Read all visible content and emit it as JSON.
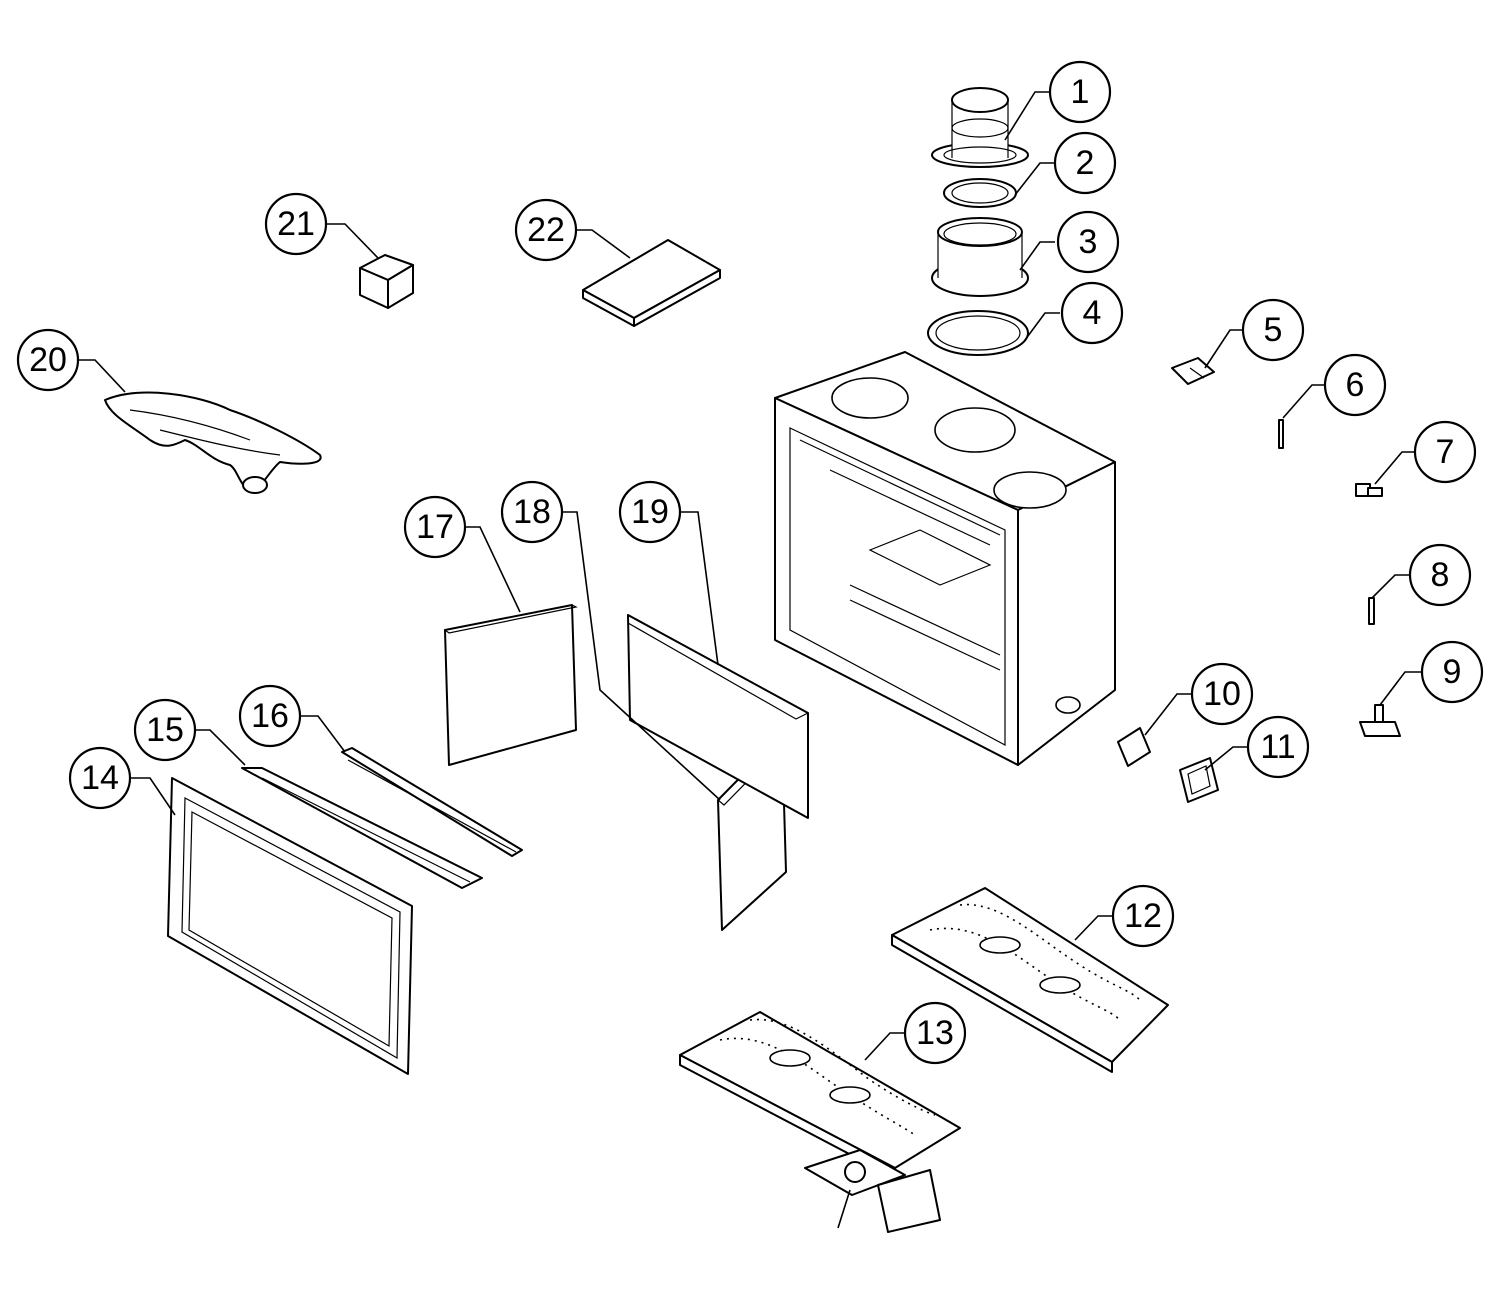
{
  "diagram": {
    "callouts": [
      {
        "number": "1"
      },
      {
        "number": "2"
      },
      {
        "number": "3"
      },
      {
        "number": "4"
      },
      {
        "number": "5"
      },
      {
        "number": "6"
      },
      {
        "number": "7"
      },
      {
        "number": "8"
      },
      {
        "number": "9"
      },
      {
        "number": "10"
      },
      {
        "number": "11"
      },
      {
        "number": "12"
      },
      {
        "number": "13"
      },
      {
        "number": "14"
      },
      {
        "number": "15"
      },
      {
        "number": "16"
      },
      {
        "number": "17"
      },
      {
        "number": "18"
      },
      {
        "number": "19"
      },
      {
        "number": "20"
      },
      {
        "number": "21"
      },
      {
        "number": "22"
      }
    ]
  }
}
